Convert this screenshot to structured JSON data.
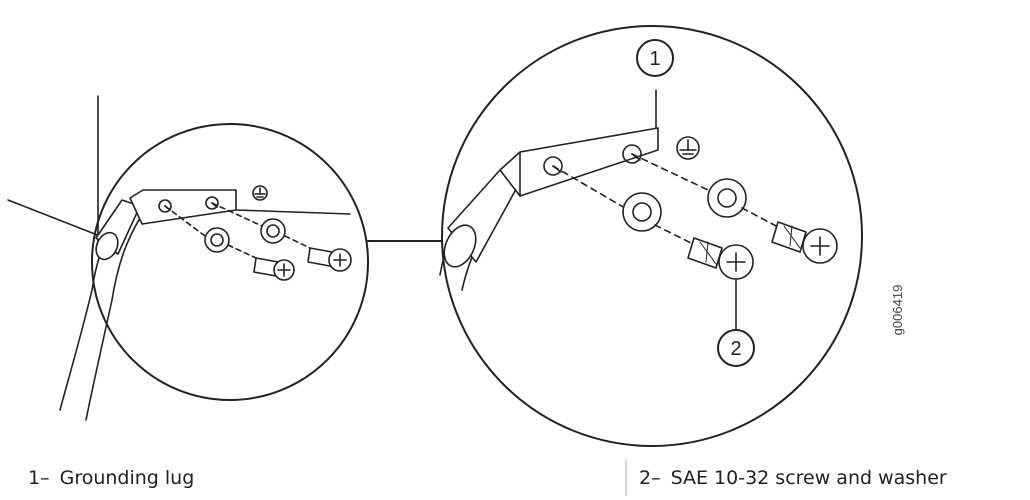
{
  "figure_id": "g006419",
  "callouts": [
    "1",
    "2"
  ],
  "legend": [
    {
      "number": "1",
      "separator": "–",
      "label": "Grounding lug"
    },
    {
      "number": "2",
      "separator": "–",
      "label": "SAE 10-32 screw and washer"
    }
  ],
  "icons": {
    "ground_symbol": "ground-symbol-icon"
  },
  "colors": {
    "line": "#222222",
    "fill": "#ffffff"
  }
}
